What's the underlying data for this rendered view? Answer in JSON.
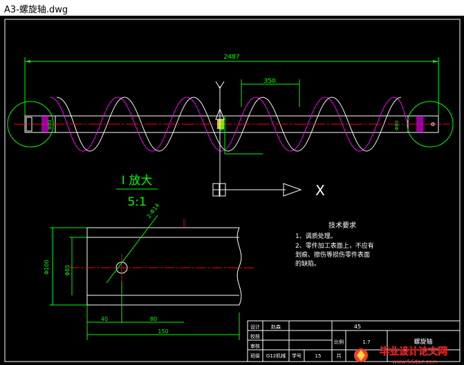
{
  "window": {
    "title": "A3-螺旋轴.dwg"
  },
  "drawing": {
    "dimensions": {
      "overall_length": "2487",
      "pitch": "350",
      "left_dia": "Φ80",
      "right_dia": "Φ80",
      "shaft_dia": "Φ80",
      "hole": "2-Φ14",
      "tube_od": "Φ100",
      "tube_id": "Φ85",
      "offset_40": "40",
      "offset_80": "80",
      "length_150": "150"
    },
    "axes": {
      "y": "Y",
      "x": "X"
    },
    "detail": {
      "label": "I 放大",
      "scale": "5:1"
    },
    "tech_req": {
      "title": "技术要求",
      "items": [
        "1、调质处理。",
        "2、零件加工表面上，不应有",
        "划痕、擦伤等损伤零件表面",
        "的缺陷。"
      ]
    },
    "title_block": {
      "r1_label": "设计",
      "r1_value": "赵森",
      "r2_label": "校核",
      "r3_label": "审核",
      "r4_label": "班级",
      "r4_class": "G12机械",
      "r4_id_label": "学号",
      "r4_id": "15",
      "material": "45",
      "scale_label": "比例",
      "scale_value": "1:7",
      "part_name": "螺旋轴",
      "sheet_label": "共"
    }
  },
  "watermark": {
    "text": "毕业设计论文网",
    "url": "www.56doc.com"
  }
}
